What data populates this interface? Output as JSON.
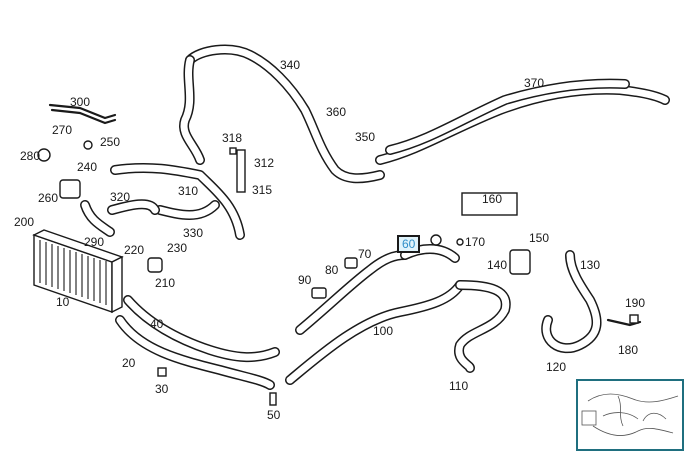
{
  "diagram": {
    "callouts": [
      {
        "id": "c10",
        "label": "10"
      },
      {
        "id": "c20",
        "label": "20"
      },
      {
        "id": "c30",
        "label": "30"
      },
      {
        "id": "c40",
        "label": "40"
      },
      {
        "id": "c50",
        "label": "50"
      },
      {
        "id": "c60",
        "label": "60",
        "highlighted": true
      },
      {
        "id": "c70",
        "label": "70"
      },
      {
        "id": "c80",
        "label": "80"
      },
      {
        "id": "c90",
        "label": "90"
      },
      {
        "id": "c100",
        "label": "100"
      },
      {
        "id": "c110",
        "label": "110"
      },
      {
        "id": "c120",
        "label": "120"
      },
      {
        "id": "c130",
        "label": "130"
      },
      {
        "id": "c140",
        "label": "140"
      },
      {
        "id": "c150",
        "label": "150"
      },
      {
        "id": "c160",
        "label": "160"
      },
      {
        "id": "c170",
        "label": "170"
      },
      {
        "id": "c180",
        "label": "180"
      },
      {
        "id": "c190",
        "label": "190"
      },
      {
        "id": "c200",
        "label": "200"
      },
      {
        "id": "c210",
        "label": "210"
      },
      {
        "id": "c220",
        "label": "220"
      },
      {
        "id": "c230",
        "label": "230"
      },
      {
        "id": "c240",
        "label": "240"
      },
      {
        "id": "c250",
        "label": "250"
      },
      {
        "id": "c260",
        "label": "260"
      },
      {
        "id": "c270",
        "label": "270"
      },
      {
        "id": "c280",
        "label": "280"
      },
      {
        "id": "c290",
        "label": "290"
      },
      {
        "id": "c300",
        "label": "300"
      },
      {
        "id": "c310",
        "label": "310"
      },
      {
        "id": "c312",
        "label": "312"
      },
      {
        "id": "c315",
        "label": "315"
      },
      {
        "id": "c318",
        "label": "318"
      },
      {
        "id": "c320",
        "label": "320"
      },
      {
        "id": "c330",
        "label": "330"
      },
      {
        "id": "c340",
        "label": "340"
      },
      {
        "id": "c350",
        "label": "350"
      },
      {
        "id": "c360",
        "label": "360"
      },
      {
        "id": "c370",
        "label": "370"
      }
    ],
    "highlight_color": "#2f8fc9",
    "highlight_bg": "#dff3fb",
    "thumbnail_border_color": "#1f6f7f"
  }
}
